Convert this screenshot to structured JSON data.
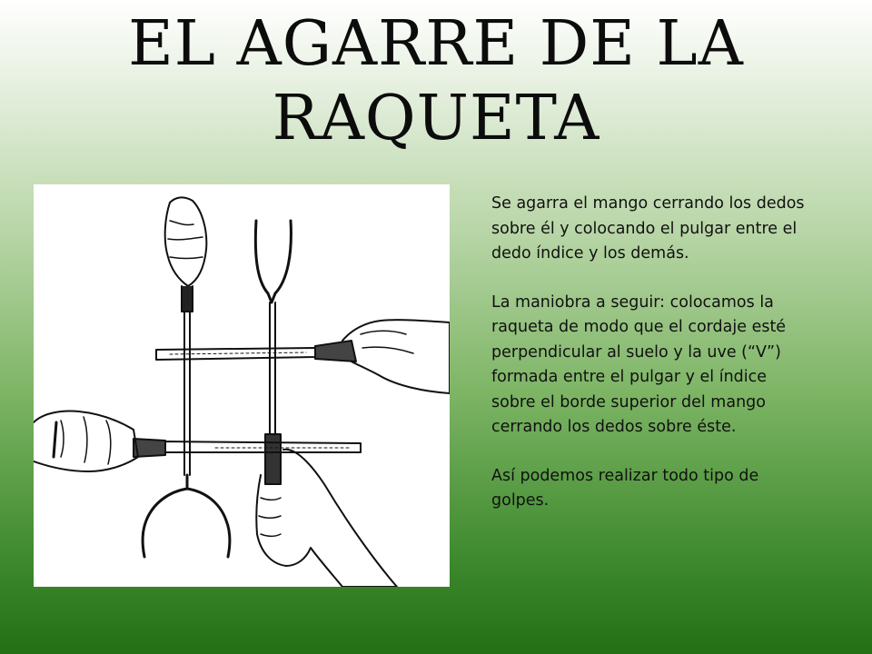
{
  "slide": {
    "title_line1": "EL AGARRE DE LA",
    "title_line2": "RAQUETA",
    "paragraphs": [
      "Se agarra el mango cerrando los dedos sobre él y colocando el pulgar entre el dedo índice y los demás.",
      "La maniobra a seguir: colocamos la raqueta de modo que el cordaje esté perpendicular al suelo y la uve (“V”) formada entre el pulgar y el índice sobre el borde superior del mango cerrando los dedos sobre éste.",
      "Así podemos realizar todo tipo de golpes."
    ]
  },
  "colors": {
    "gradient_top": "#ffffff",
    "gradient_bottom": "#237014",
    "text": "#111111"
  }
}
